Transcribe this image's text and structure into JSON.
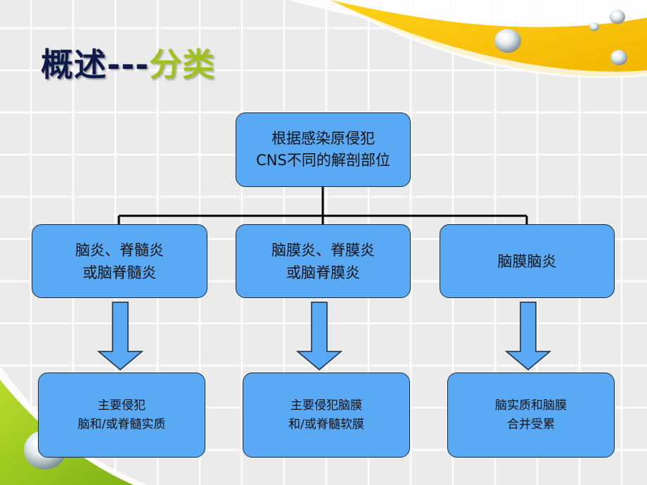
{
  "title": {
    "main": "概述",
    "dash": "---",
    "sub": "分类"
  },
  "root": {
    "line1": "根据感染原侵犯",
    "line2": "CNS不同的解剖部位"
  },
  "categories": [
    {
      "name": {
        "line1": "脑炎、脊髓炎",
        "line2": "或脑脊髓炎"
      },
      "desc": {
        "line1": "主要侵犯",
        "line2": "脑和/或脊髓实质"
      }
    },
    {
      "name": {
        "line1": "脑膜炎、脊膜炎",
        "line2": "或脑脊膜炎"
      },
      "desc": {
        "line1": "主要侵犯脑膜",
        "line2": "和/或脊髓软膜"
      }
    },
    {
      "name": {
        "line1": "脑膜脑炎",
        "line2": ""
      },
      "desc": {
        "line1": "脑实质和脑膜",
        "line2": "合并受累"
      }
    }
  ],
  "colors": {
    "box_fill": "#5aa9f5",
    "box_border": "#1b2a3a",
    "title_dark": "#0f1a4a",
    "title_green": "#9fc21e",
    "arrow_fill": "#5aa9f5",
    "connector": "#000000",
    "accent_yellow": "#f7c800",
    "accent_green": "#9cc61a"
  },
  "icons": [
    "water-drop-icon",
    "water-drop-icon",
    "water-drop-icon",
    "water-drop-icon"
  ]
}
